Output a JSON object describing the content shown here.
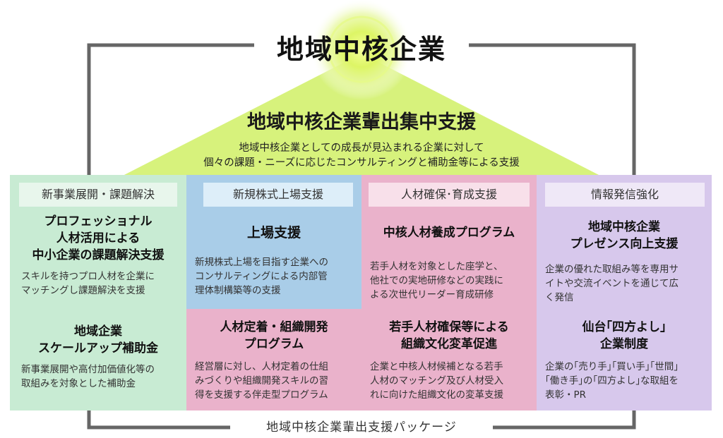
{
  "title": "地域中核企業",
  "triangle": {
    "title": "地域中核企業輩出集中支援",
    "desc_lines": [
      "地域中核企業としての成長が見込まれる企業に対して",
      "個々の課題・ニーズに応じたコンサルティングと補助金等による支援"
    ]
  },
  "footer_label": "地域中核企業輩出支援パッケージ",
  "columns": [
    {
      "label": "新事業展開・課題解決",
      "items": [
        {
          "heading_lines": [
            "プロフェッショナル",
            "人材活用による",
            "中小企業の課題解決支援"
          ],
          "desc_lines": [
            "スキルを持つプロ人材を企業に",
            "マッチングし課題解決を支援"
          ]
        },
        {
          "heading_lines": [
            "地域企業",
            "スケールアップ補助金"
          ],
          "desc_lines": [
            "新事業展開や高付加価値化等の",
            "取組みを対象とした補助金"
          ]
        }
      ]
    },
    {
      "label": "新規株式上場支援",
      "items": [
        {
          "heading_lines": [
            "上場支援"
          ],
          "desc_lines": [
            "新規株式上場を目指す企業への",
            "コンサルティングによる内部管",
            "理体制構築等の支援"
          ]
        }
      ]
    },
    {
      "label": "人材確保･育成支援",
      "items": [
        {
          "heading_lines": [
            "中核人材養成プログラム"
          ],
          "desc_lines": [
            "若手人材を対象とした座学と、",
            "他社での実地研修などの実践に",
            "よる次世代リーダー育成研修"
          ]
        },
        {
          "heading_lines": [
            "人材定着・組織開発",
            "プログラム"
          ],
          "desc_lines": [
            "経営層に対し、人材定着の仕組",
            "みづくりや組織開発スキルの習",
            "得を支援する伴走型プログラム"
          ]
        },
        {
          "heading_lines": [
            "若手人材確保等による",
            "組織文化変革促進"
          ],
          "desc_lines": [
            "企業と中核人材候補となる若手",
            "人材のマッチング及び人材受入",
            "れに向けた組織文化の変革支援"
          ]
        }
      ]
    },
    {
      "label": "情報発信強化",
      "items": [
        {
          "heading_lines": [
            "地域中核企業",
            "プレゼンス向上支援"
          ],
          "desc_lines": [
            "企業の優れた取組み等を専用サ",
            "イトや交流イベントを通じて広",
            "く発信"
          ]
        },
        {
          "heading_lines": [
            "仙台｢四方よし｣",
            "企業制度"
          ],
          "desc_lines": [
            "企業の｢売り手｣｢買い手｣｢世間｣",
            "｢働き手｣の｢四方よし｣な取組を",
            "表彰・PR"
          ]
        }
      ]
    }
  ],
  "colors": {
    "green_panel": "#c8ebd3",
    "green_label": "#e8f6ec",
    "blue_panel": "#a9cde8",
    "blue_label": "#ddeef9",
    "pink_panel": "#eab2cb",
    "pink_label": "#f8e0ea",
    "purple_panel": "#d7c8ec",
    "purple_label": "#efe8f7",
    "triangle": "#d7f27c",
    "frame": "#666666"
  }
}
